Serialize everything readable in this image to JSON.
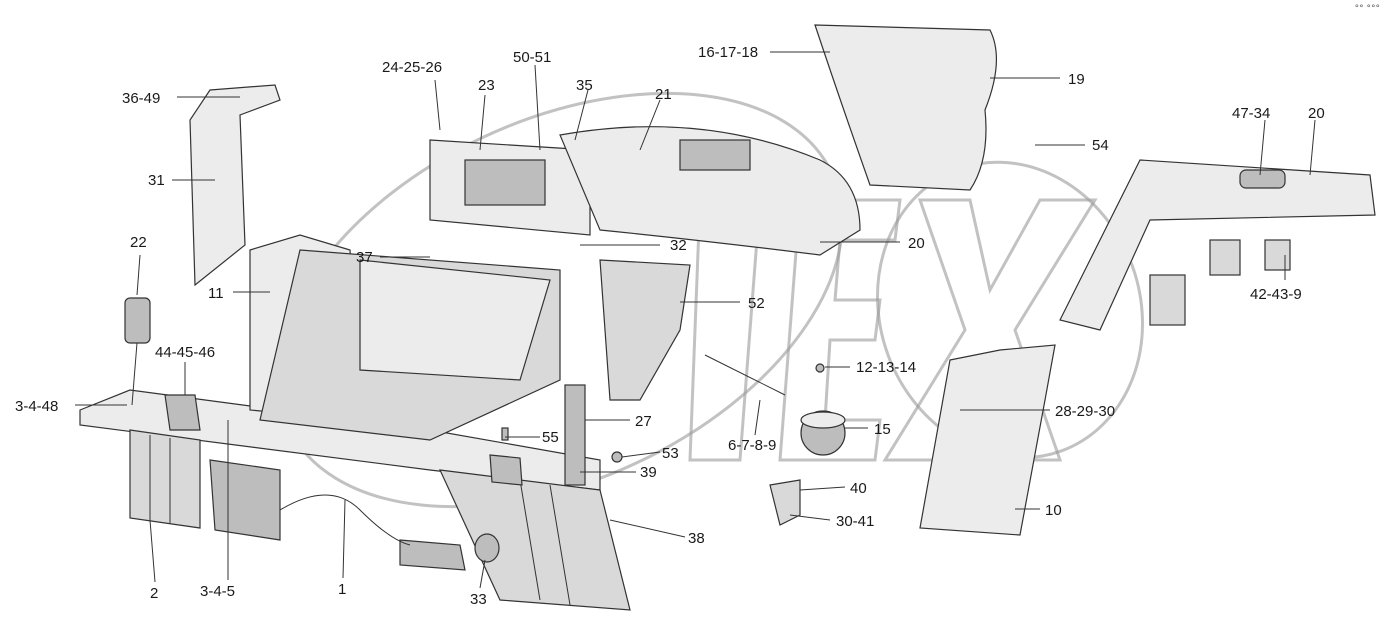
{
  "diagram": {
    "watermark": "DEX",
    "corner_mark": "°° °°°",
    "callouts": [
      "36-49",
      "24-25-26",
      "23",
      "50-51",
      "35",
      "16-17-18",
      "21",
      "19",
      "47-34",
      "20",
      "54",
      "31",
      "22",
      "37",
      "32",
      "20",
      "11",
      "52",
      "42-43-9",
      "44-45-46",
      "12-13-14",
      "3-4-48",
      "27",
      "28-29-30",
      "15",
      "55",
      "6-7-8-9",
      "53",
      "39",
      "40",
      "10",
      "30-41",
      "38",
      "2",
      "3-4-5",
      "1",
      "33"
    ]
  }
}
